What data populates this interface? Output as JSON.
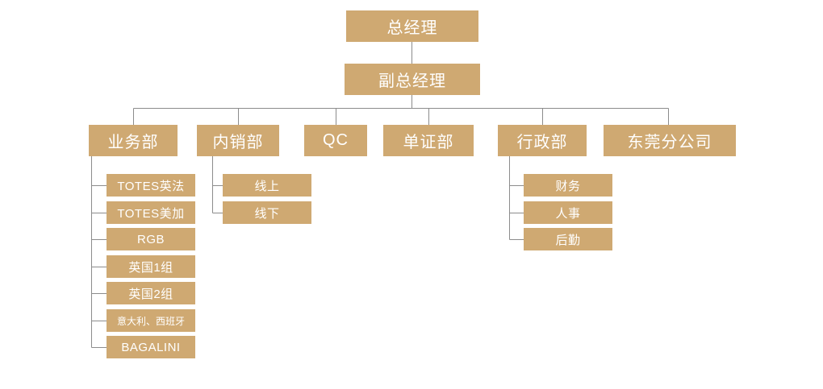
{
  "colors": {
    "node_fill": "#CFA972",
    "node_text": "#FFFFFF",
    "connector_line": "#8C8C8C",
    "background": "#FFFFFF"
  },
  "org_chart": {
    "general_manager": "总经理",
    "deputy_general_manager": "副总经理",
    "departments": [
      {
        "label": "业务部",
        "children": [
          "TOTES英法",
          "TOTES美加",
          "RGB",
          "英国1组",
          "英国2组",
          "意大利、西班牙",
          "BAGALINI"
        ]
      },
      {
        "label": "内销部",
        "children": [
          "线上",
          "线下"
        ]
      },
      {
        "label": "QC",
        "children": []
      },
      {
        "label": "单证部",
        "children": []
      },
      {
        "label": "行政部",
        "children": [
          "财务",
          "人事",
          "后勤"
        ]
      },
      {
        "label": "东莞分公司",
        "children": []
      }
    ]
  }
}
